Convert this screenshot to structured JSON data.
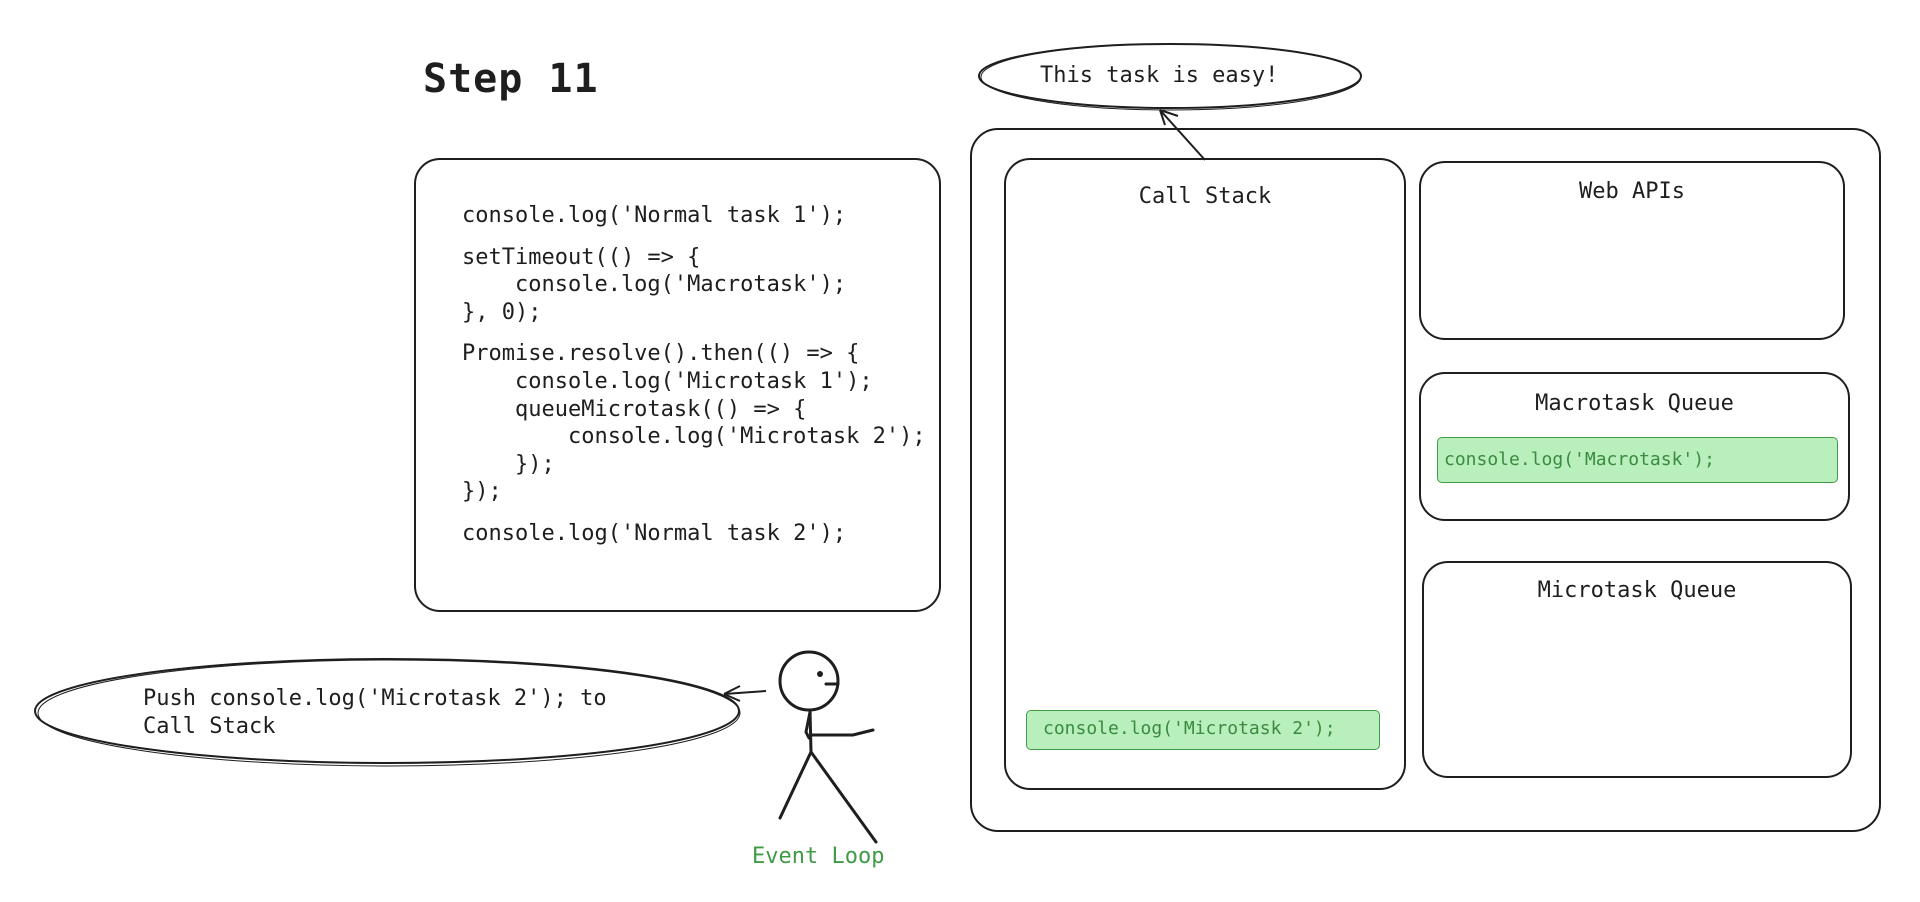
{
  "step_title": "Step 11",
  "code_lines": [
    "console.log('Normal task 1');",
    "",
    "setTimeout(() => {",
    "    console.log('Macrotask');",
    "}, 0);",
    "",
    "Promise.resolve().then(() => {",
    "    console.log('Microtask 1');",
    "    queueMicrotask(() => {",
    "        console.log('Microtask 2');",
    "    });",
    "});",
    "",
    "console.log('Normal task 2');"
  ],
  "call_stack": {
    "title": "Call Stack",
    "items": [
      "console.log('Microtask 2');"
    ]
  },
  "web_apis": {
    "title": "Web APIs",
    "items": []
  },
  "macrotask_queue": {
    "title": "Macrotask Queue",
    "items": [
      "console.log('Macrotask');"
    ]
  },
  "microtask_queue": {
    "title": "Microtask Queue",
    "items": []
  },
  "speech_top": "This task is easy!",
  "speech_left": "Push console.log('Microtask 2'); to\nCall Stack",
  "event_loop_label": "Event Loop",
  "colors": {
    "chip_fill": "#b9efbc",
    "chip_border": "#3f9b45",
    "chip_text": "#3a8a40",
    "event_loop_label": "#3f9b45",
    "stroke": "#1e1e1e"
  }
}
